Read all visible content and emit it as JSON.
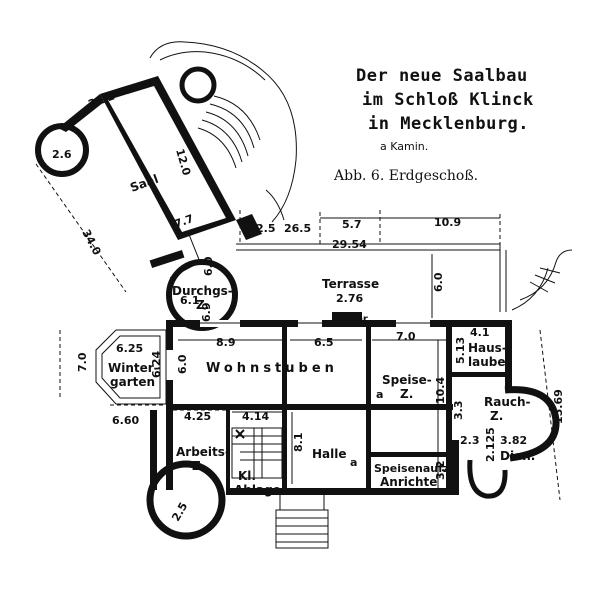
{
  "title": {
    "line1": "Der neue Saalbau",
    "line2": "im Schloß Klinck",
    "line3": "in Mecklenburg.",
    "legend": "a Kamin.",
    "figure": "Abb. 6. Erdgeschoß."
  },
  "rooms": {
    "saal": "Saal",
    "durchgang_1": "Durchgs-",
    "durchgang_2": "Z.",
    "terrasse": "Terrasse",
    "erker": "Erker",
    "wohnstuben": "Wohnstuben",
    "wintergarten_1": "Winter-",
    "wintergarten_2": "garten",
    "speise_1": "Speise-",
    "speise_2": "Z.",
    "hauslaube_1": "Haus-",
    "hauslaube_2": "laube",
    "rauch_1": "Rauch-",
    "rauch_2": "Z.",
    "arbeits_1": "Arbeits-",
    "arbeits_2": "Z.",
    "halle": "Halle",
    "ablage_1": "Kl.",
    "ablage_2": "Ablage",
    "speisenaufz": "Speisenaufz",
    "anrichte": "Anrichte",
    "dien": "Dien.",
    "kamin_1": "a",
    "kamin_2": "a"
  },
  "dimensions": {
    "d_292": "2.92",
    "d_26": "2.6",
    "d_120": "12.0",
    "d_34": "34.0",
    "d_77": "7.7",
    "d_60_durch": "6.0",
    "d_61": "6.1",
    "d_69": "6.9",
    "d_25a": "2.5",
    "d_265": "26.5",
    "d_57": "5.7",
    "d_2954": "29.54",
    "d_109": "10.9",
    "d_276": "2.76",
    "d_60_terr": "6.0",
    "d_625": "6.25",
    "d_70": "7.0",
    "d_624": "6.24",
    "d_60_wohn": "6.0",
    "d_89": "8.9",
    "d_65": "6.5",
    "d_70_speise": "7.0",
    "d_41": "4.1",
    "d_513": "5.13",
    "d_104": "10.4",
    "d_1569": "15.69",
    "d_425": "4.25",
    "d_414": "4.14",
    "d_660": "6.60",
    "d_33": "3.3",
    "d_23": "2.3",
    "d_382": "3.82",
    "d_2125": "2.125",
    "d_81": "8.1",
    "d_32": "3.2",
    "d_25b": "2.5"
  }
}
